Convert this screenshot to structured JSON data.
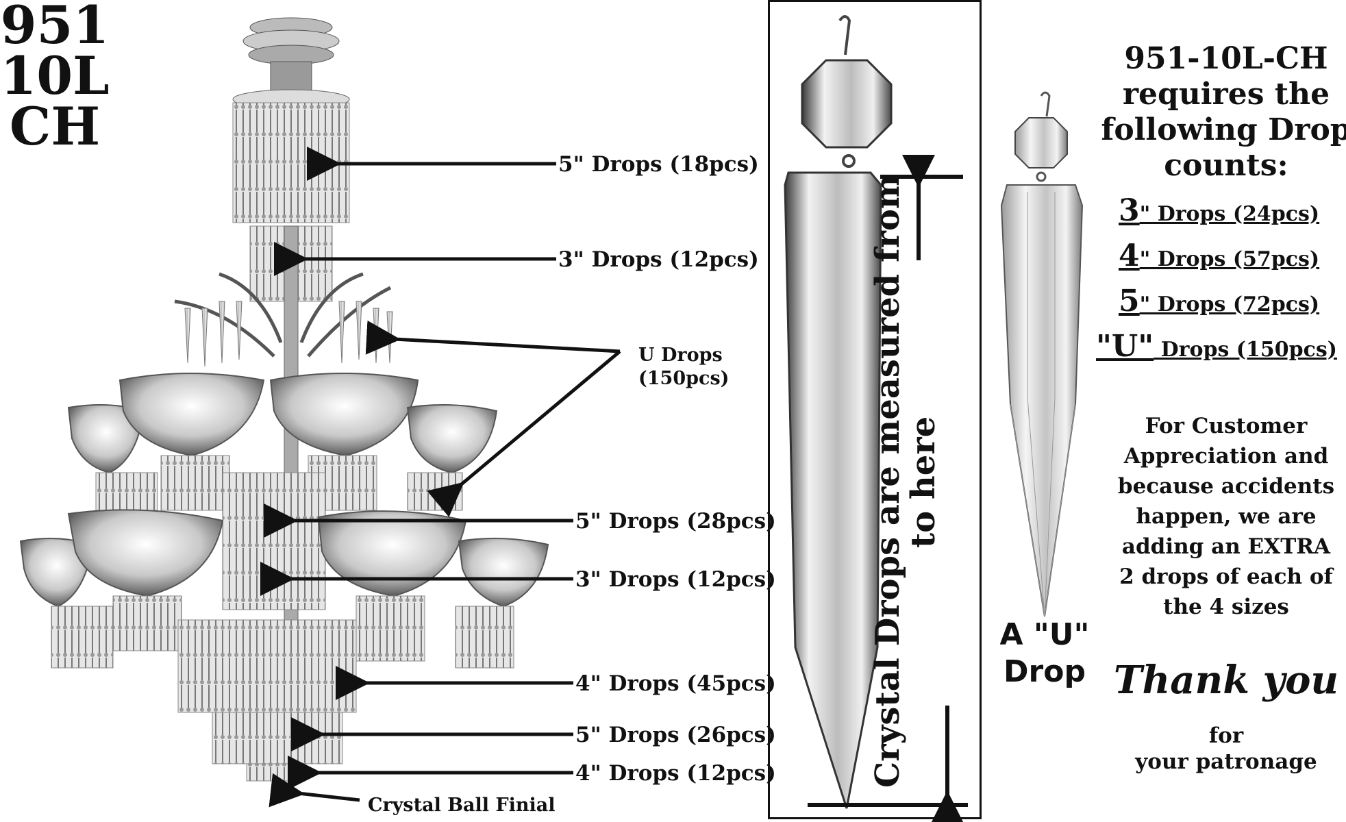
{
  "model": {
    "line1": "951",
    "line2": "10L",
    "line3": "CH"
  },
  "callouts": [
    {
      "id": "c1",
      "text": "5\" Drops (18pcs)"
    },
    {
      "id": "c2",
      "text": "3\" Drops (12pcs)"
    },
    {
      "id": "c3a",
      "text": "U Drops"
    },
    {
      "id": "c3b",
      "text": "(150pcs)"
    },
    {
      "id": "c4",
      "text": "5\" Drops (28pcs)"
    },
    {
      "id": "c5",
      "text": "3\" Drops (12pcs)"
    },
    {
      "id": "c6",
      "text": "4\" Drops (45pcs)"
    },
    {
      "id": "c7",
      "text": "5\" Drops (26pcs)"
    },
    {
      "id": "c8",
      "text": "4\" Drops (12pcs)"
    },
    {
      "id": "c9",
      "text": "Crystal Ball Finial"
    }
  ],
  "measure": {
    "line1": "Crystal Drops are measured from",
    "line2": "to here"
  },
  "u_drop": {
    "line1": "A \"U\"",
    "line2": "Drop"
  },
  "requirements": {
    "title_line1": "951-10L-CH",
    "title_line2": "requires the",
    "title_line3": "following Drop",
    "title_line4": "counts:",
    "rows": [
      {
        "size": "3",
        "rest": "\" Drops (24pcs)"
      },
      {
        "size": "4",
        "rest": "\" Drops (57pcs)"
      },
      {
        "size": "5",
        "rest": "\" Drops (72pcs)"
      },
      {
        "size": "\"U\"",
        "rest": " Drops (150pcs)"
      }
    ]
  },
  "appreciation": {
    "l1": "For Customer",
    "l2": "Appreciation and",
    "l3": "because accidents",
    "l4": "happen, we are",
    "l5": "adding an EXTRA",
    "l6": "2 drops of each of",
    "l7": "the 4 sizes"
  },
  "thanks": "Thank you",
  "patronage": {
    "l1": "for",
    "l2": "your patronage"
  }
}
